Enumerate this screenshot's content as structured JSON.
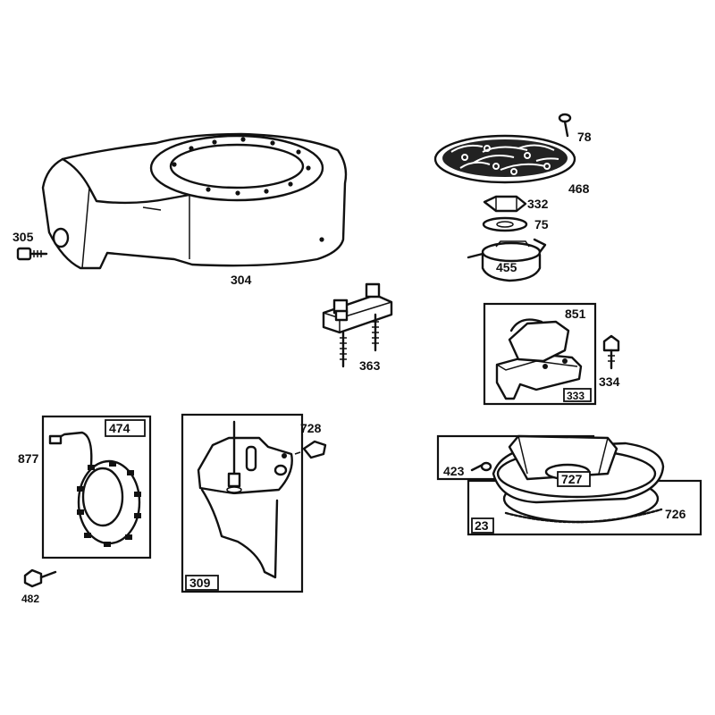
{
  "diagram": {
    "labels": {
      "p304": "304",
      "p305": "305",
      "p78": "78",
      "p468": "468",
      "p332": "332",
      "p75": "75",
      "p455": "455",
      "p363": "363",
      "p851": "851",
      "p334": "334",
      "p333": "333",
      "p474": "474",
      "p877": "877",
      "p482": "482",
      "p309": "309",
      "p728": "728",
      "p423": "423",
      "p727": "727",
      "p726": "726",
      "p23": "23"
    }
  }
}
